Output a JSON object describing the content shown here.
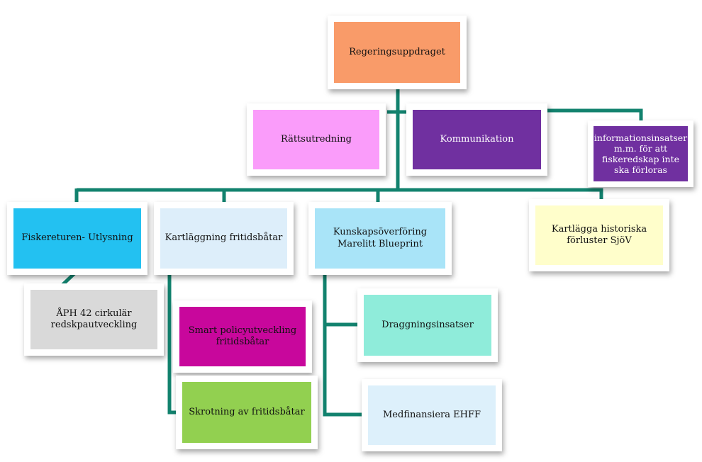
{
  "diagram": {
    "colors": {
      "connector": "#12826e"
    },
    "nodes": {
      "regeringsuppdraget": {
        "label": "Regeringsuppdraget",
        "color": "#f99b69",
        "text_color": "#111111"
      },
      "rattsutredning": {
        "label": "Rättsutredning",
        "color": "#fa9cfa",
        "text_color": "#111111"
      },
      "kommunikation": {
        "label": "Kommunikation",
        "color": "#7030a0",
        "text_color": "#ffffff"
      },
      "informationsinsatser": {
        "label": "informationsinsatser m.m. för att fiskeredskap inte ska förloras",
        "color": "#7030a0",
        "text_color": "#ffffff"
      },
      "fiskereturen": {
        "label": "Fiskereturen- Utlysning",
        "color": "#23c1f1",
        "text_color": "#111111"
      },
      "kartlaggning": {
        "label": "Kartläggning fritidsbåtar",
        "color": "#ddeefa",
        "text_color": "#111111"
      },
      "kunskapsoverforing": {
        "label": "Kunskapsöverföring Marelitt Blueprint",
        "color": "#a9e4f8",
        "text_color": "#111111"
      },
      "kartlagga_historiska": {
        "label": "Kartlägga historiska förluster SjöV",
        "color": "#fffecb",
        "text_color": "#111111"
      },
      "aph42": {
        "label": "ÅPH 42 cirkulär redskpautveckling",
        "color": "#d9d9d9",
        "text_color": "#111111"
      },
      "smart_policy": {
        "label": "Smart policyutveckling fritidsbåtar",
        "color": "#c8079c",
        "text_color": "#111111"
      },
      "skrotning": {
        "label": "Skrotning av fritidsbåtar",
        "color": "#92d050",
        "text_color": "#111111"
      },
      "draggning": {
        "label": "Draggningsinsatser",
        "color": "#8fecda",
        "text_color": "#111111"
      },
      "medfinansiera": {
        "label": "Medfinansiera EHFF",
        "color": "#ddf0fb",
        "text_color": "#111111"
      }
    }
  }
}
